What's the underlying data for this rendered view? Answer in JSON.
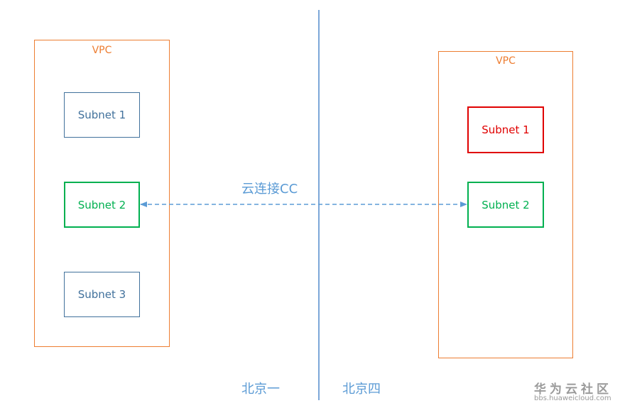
{
  "left_vpc": {
    "label": "VPC",
    "subnets": [
      "Subnet 1",
      "Subnet 2",
      "Subnet 3"
    ]
  },
  "right_vpc": {
    "label": "VPC",
    "subnets": [
      "Subnet 1",
      "Subnet 2"
    ]
  },
  "connection_label": "云连接CC",
  "regions": {
    "left": "北京一",
    "right": "北京四"
  },
  "watermark": {
    "brand": "华为云社区",
    "url": "bbs.huaweicloud.com"
  },
  "colors": {
    "vpc_border": "#ed7d31",
    "subnet_default": "#41719c",
    "subnet_connected": "#00b050",
    "subnet_conflict": "#e00000",
    "connector": "#5b9bd5"
  }
}
